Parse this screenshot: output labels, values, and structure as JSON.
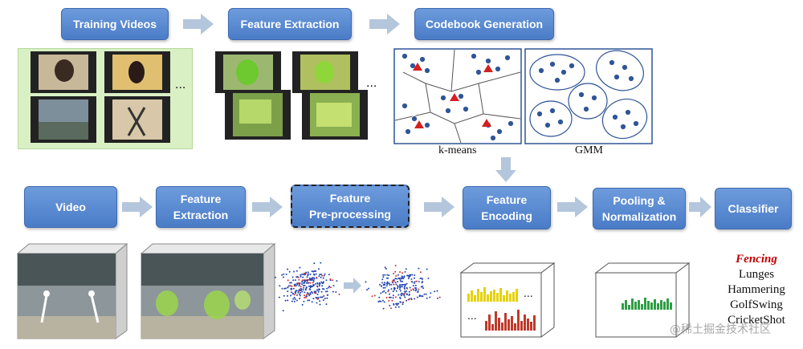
{
  "top_row": {
    "training_videos": "Training Videos",
    "feature_extraction": "Feature Extraction",
    "codebook_generation": "Codebook Generation",
    "kmeans_label": "k-means",
    "gmm_label": "GMM",
    "ellipsis": "..."
  },
  "bottom_row": {
    "video": "Video",
    "feature_extraction_line1": "Feature",
    "feature_extraction_line2": "Extraction",
    "preprocessing_line1": "Feature",
    "preprocessing_line2": "Pre-processing",
    "encoding_line1": "Feature",
    "encoding_line2": "Encoding",
    "pooling_line1": "Pooling &",
    "pooling_line2": "Normalization",
    "classifier": "Classifier",
    "ellipsis": "..."
  },
  "classes": {
    "highlight": "Fencing",
    "items": [
      "Lunges",
      "Hammering",
      "GolfSwing",
      "CricketShot"
    ]
  },
  "watermark": "@稀土掘金技术社区",
  "colors": {
    "box": "#4a7cc7",
    "arrow": "#b4c6dc",
    "highlight_class": "#c00000",
    "bar_yellow": "#e6d200",
    "bar_red": "#c0392b",
    "bar_green": "#2f9e44",
    "cluster_point": "#2f5597",
    "centroid": "#d42020"
  }
}
